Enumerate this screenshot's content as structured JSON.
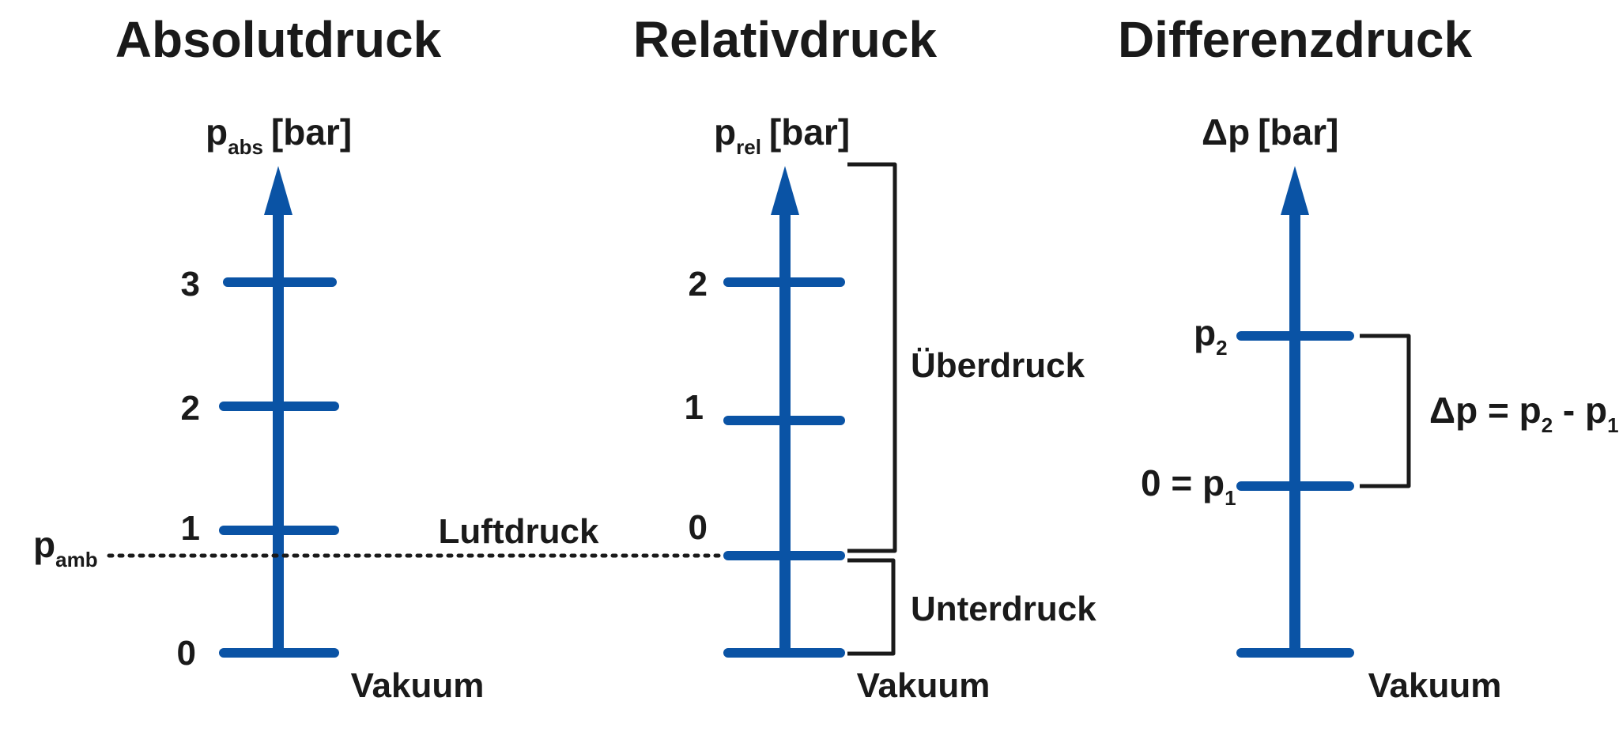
{
  "columns": {
    "absolute": {
      "title": "Absolutdruck",
      "axis_symbol": "p",
      "axis_subscript": "abs",
      "axis_unit": "[bar]",
      "ticks": [
        "3",
        "2",
        "1",
        "0"
      ],
      "ambient_symbol": "p",
      "ambient_subscript": "amb",
      "bottom_label": "Vakuum"
    },
    "relative": {
      "title": "Relativdruck",
      "axis_symbol": "p",
      "axis_subscript": "rel",
      "axis_unit": "[bar]",
      "ticks": [
        "2",
        "1",
        "0"
      ],
      "overpressure_label": "Überdruck",
      "underpressure_label": "Unterdruck",
      "bottom_label": "Vakuum"
    },
    "differential": {
      "title": "Differenzdruck",
      "axis_symbol": "Δp",
      "axis_unit": "[bar]",
      "p2_symbol": "p",
      "p2_subscript": "2",
      "p1_prefix": "0 = p",
      "p1_subscript": "1",
      "formula_prefix": "Δp = p",
      "formula_sub_a": "2",
      "formula_mid": " - p",
      "formula_sub_b": "1",
      "bottom_label": "Vakuum"
    }
  },
  "air_pressure_label": "Luftdruck",
  "colors": {
    "axis": "#0a53a5",
    "text": "#1a1a1a"
  }
}
